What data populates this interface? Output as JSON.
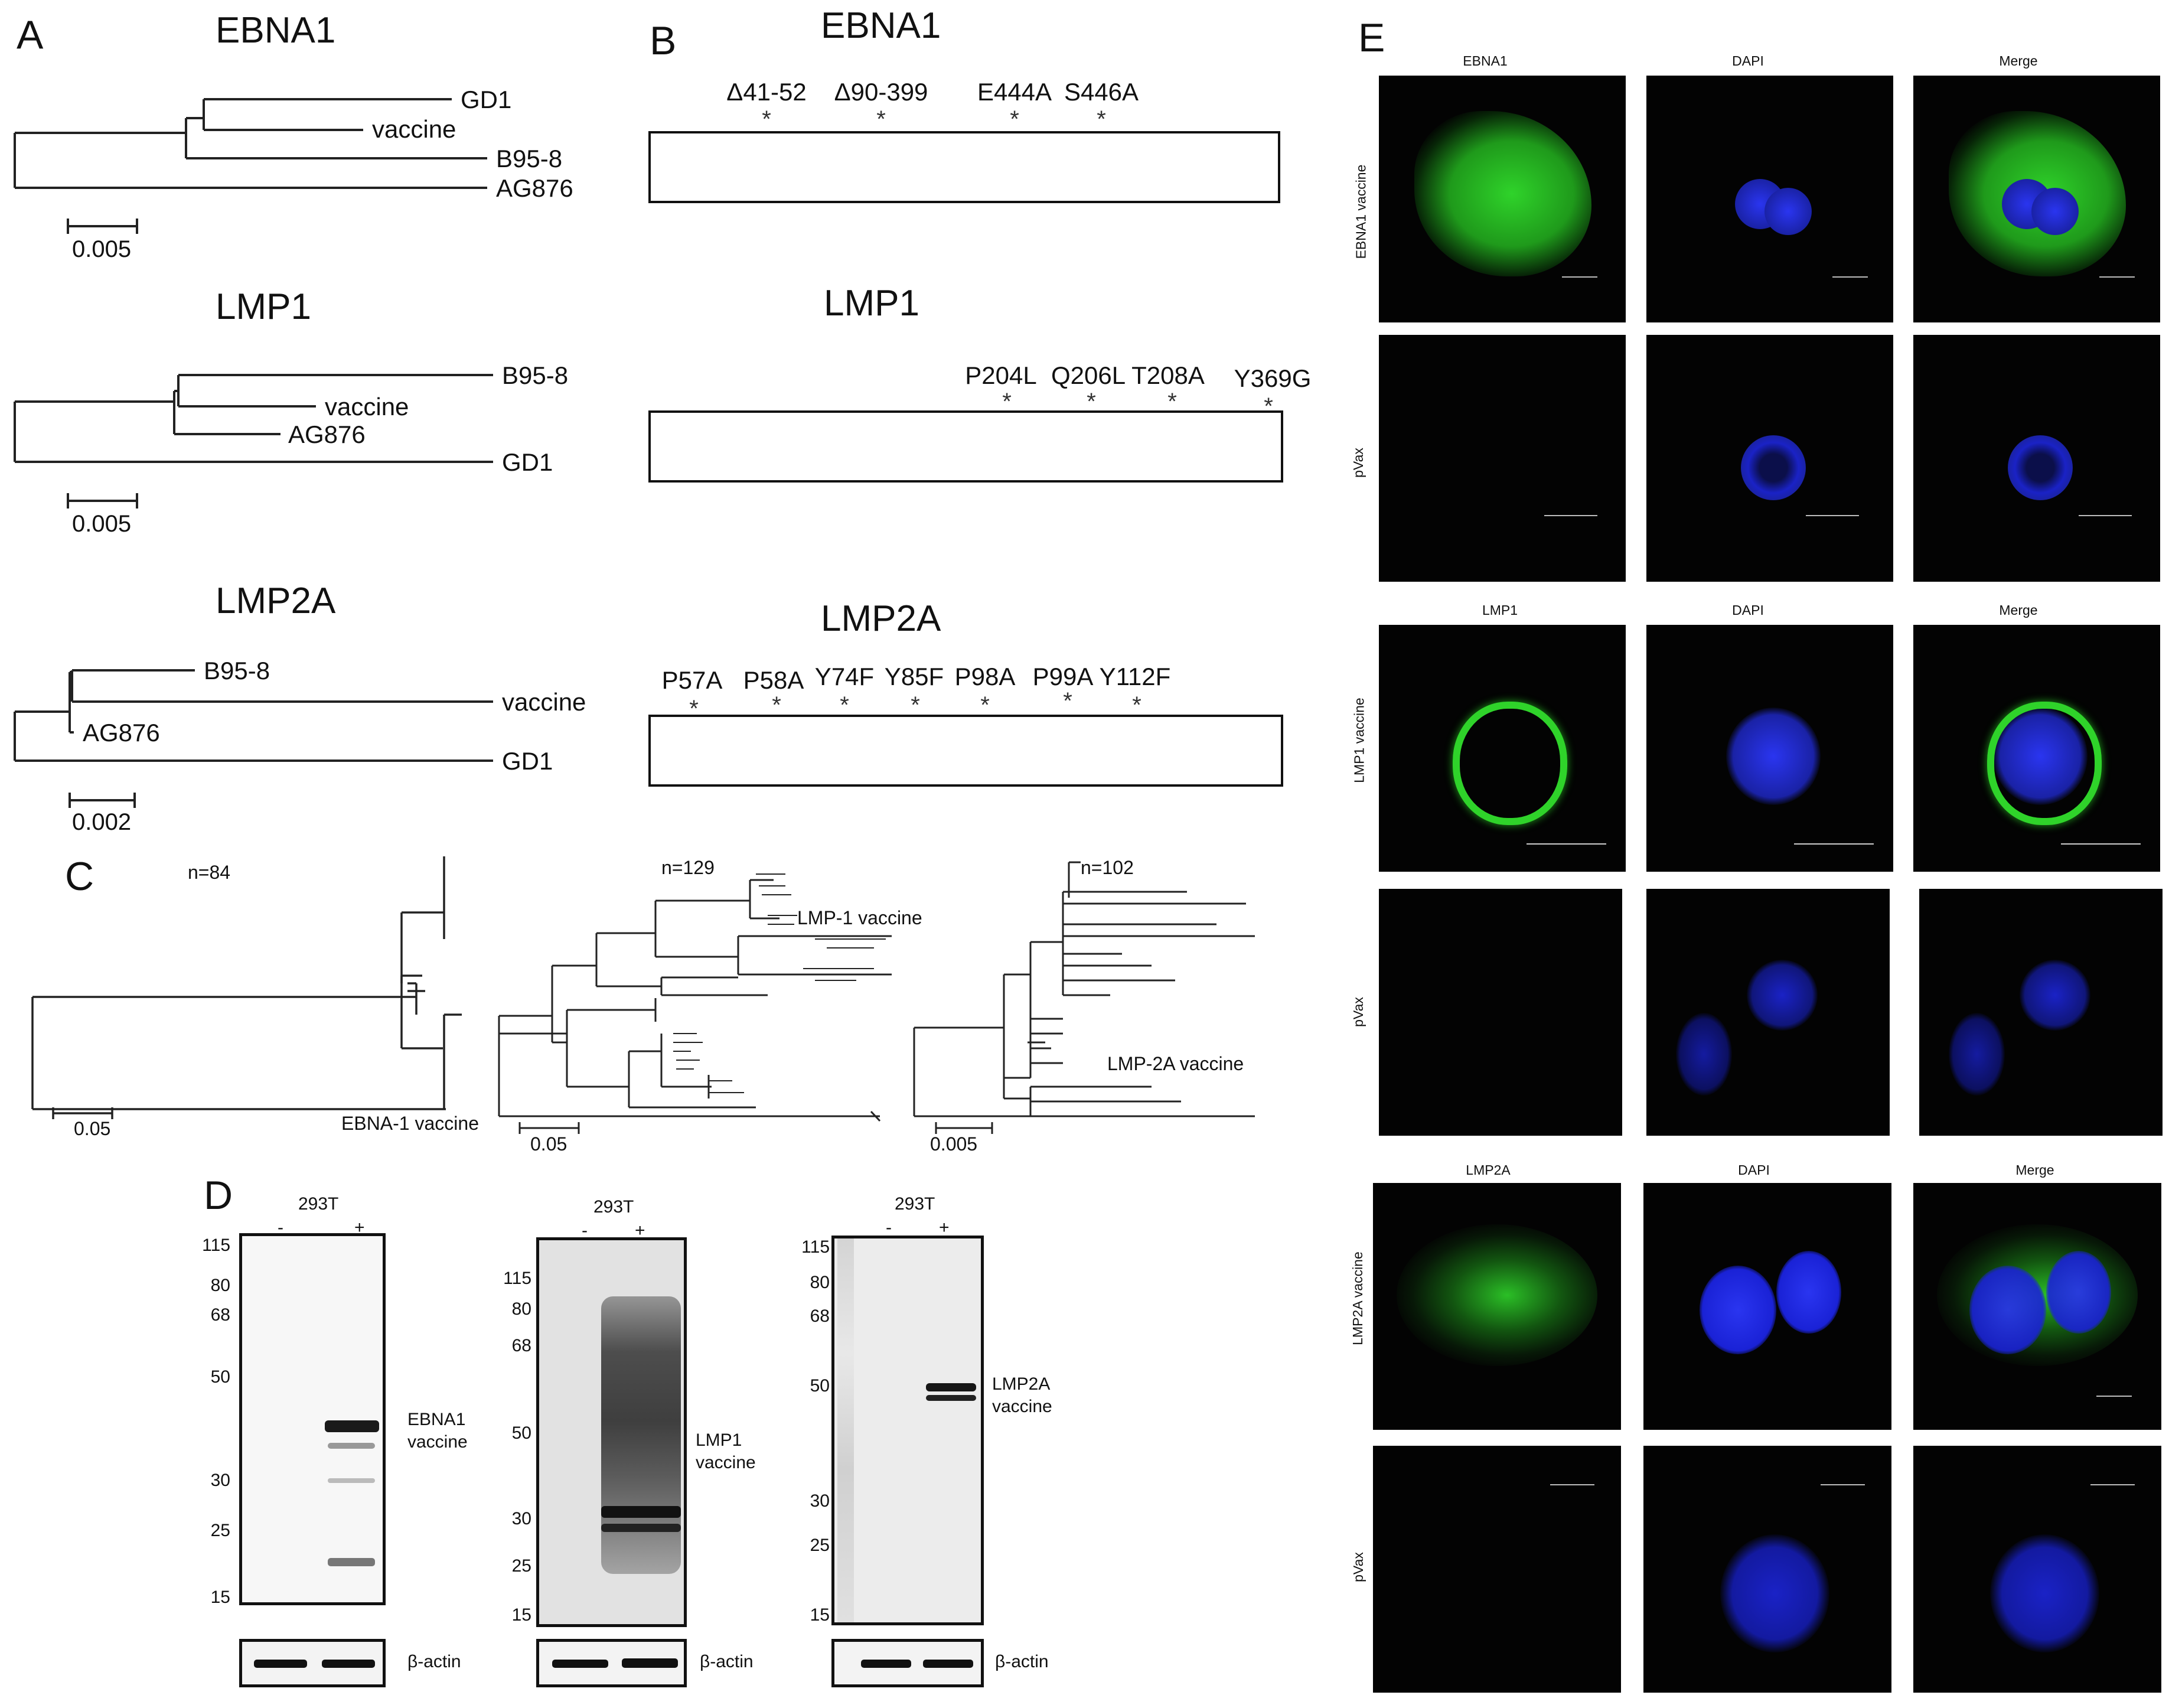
{
  "panel_labels": {
    "a": "A",
    "b": "B",
    "c": "C",
    "d": "D",
    "e": "E"
  },
  "panel_a": {
    "trees": [
      {
        "title": "EBNA1",
        "leaves": [
          "GD1",
          "vaccine",
          "B95-8",
          "AG876"
        ],
        "scale": "0.005"
      },
      {
        "title": "LMP1",
        "leaves": [
          "B95-8",
          "vaccine",
          "AG876",
          "GD1"
        ],
        "scale": "0.005"
      },
      {
        "title": "LMP2A",
        "leaves": [
          "B95-8",
          "vaccine",
          "AG876",
          "GD1"
        ],
        "scale": "0.002"
      }
    ]
  },
  "panel_b": {
    "genes": [
      {
        "title": "EBNA1",
        "mutations": [
          "Δ41-52",
          "Δ90-399",
          "E444A",
          "S446A"
        ]
      },
      {
        "title": "LMP1",
        "mutations": [
          "P204L",
          "Q206L",
          "T208A",
          "Y369G"
        ]
      },
      {
        "title": "LMP2A",
        "mutations": [
          "P57A",
          "P58A",
          "Y74F",
          "Y85F",
          "P98A",
          "P99A",
          "Y112F"
        ]
      }
    ],
    "star": "*"
  },
  "panel_c": {
    "trees": [
      {
        "n": "n=84",
        "label": "EBNA-1 vaccine",
        "scale": "0.05"
      },
      {
        "n": "n=129",
        "label": "LMP-1 vaccine",
        "scale": "0.05"
      },
      {
        "n": "n=102",
        "label": "LMP-2A vaccine",
        "scale": "0.005"
      }
    ]
  },
  "panel_d": {
    "cell_line": "293T",
    "minus": "-",
    "plus": "+",
    "actin_label": "β-actin",
    "blots": [
      {
        "markers": [
          "115",
          "80",
          "68",
          "50",
          "30",
          "25",
          "15"
        ],
        "band_label": "EBNA1 vaccine"
      },
      {
        "markers": [
          "115",
          "80",
          "68",
          "50",
          "30",
          "25",
          "15"
        ],
        "band_label": "LMP1 vaccine"
      },
      {
        "markers": [
          "115",
          "80",
          "68",
          "50",
          "30",
          "25",
          "15"
        ],
        "band_label": "LMP2A vaccine"
      }
    ]
  },
  "panel_e": {
    "column_titles": [
      [
        "EBNA1",
        "DAPI",
        "Merge"
      ],
      [
        "LMP1",
        "DAPI",
        "Merge"
      ],
      [
        "LMP2A",
        "DAPI",
        "Merge"
      ]
    ],
    "row_labels": [
      "EBNA1 vaccine",
      "pVax",
      "LMP1 vaccine",
      "pVax",
      "LMP2A vaccine",
      "pVax"
    ],
    "colors": {
      "green": "#2fd32a",
      "blue": "#1a22e6",
      "background": "#030303"
    }
  }
}
